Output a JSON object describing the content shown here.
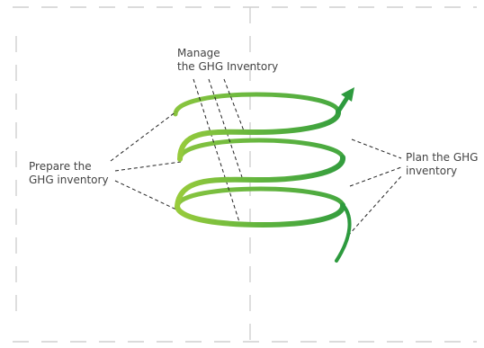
{
  "diagram": {
    "labels": {
      "manage": [
        "Manage",
        "the GHG Inventory"
      ],
      "prepare": [
        "Prepare the",
        "GHG inventory"
      ],
      "plan": [
        "Plan the GHG",
        "inventory"
      ]
    },
    "colors": {
      "spiral_light": "#9ccd3c",
      "spiral_dark": "#2d9a3e",
      "callout_line": "#222222",
      "frame_line": "#cfcfcf",
      "label_text": "#444444"
    }
  }
}
